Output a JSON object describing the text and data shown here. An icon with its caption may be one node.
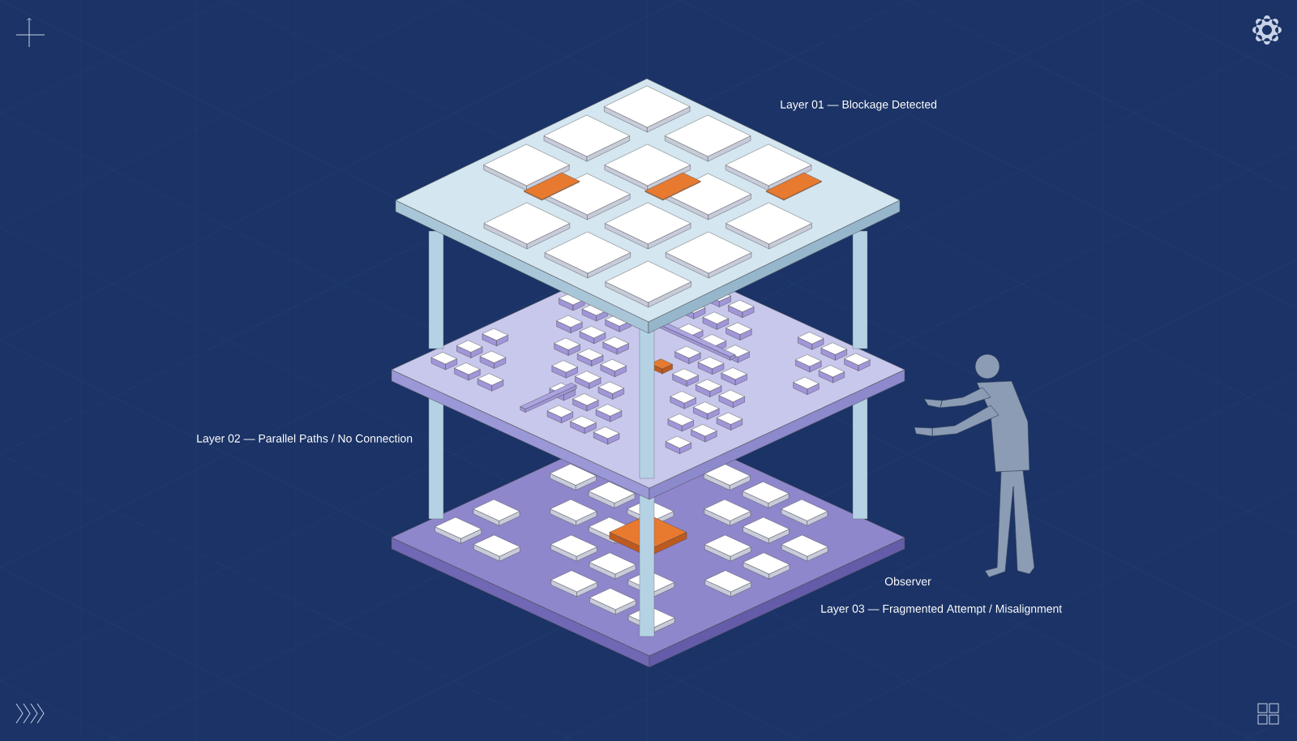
{
  "diagram": {
    "labels": [
      "Layer 01 — Blockage Detected",
      "Layer 02 — Parallel Paths / No Connection",
      "Observer",
      "Layer 03 — Fragmented Attempt / Misalignment"
    ]
  }
}
